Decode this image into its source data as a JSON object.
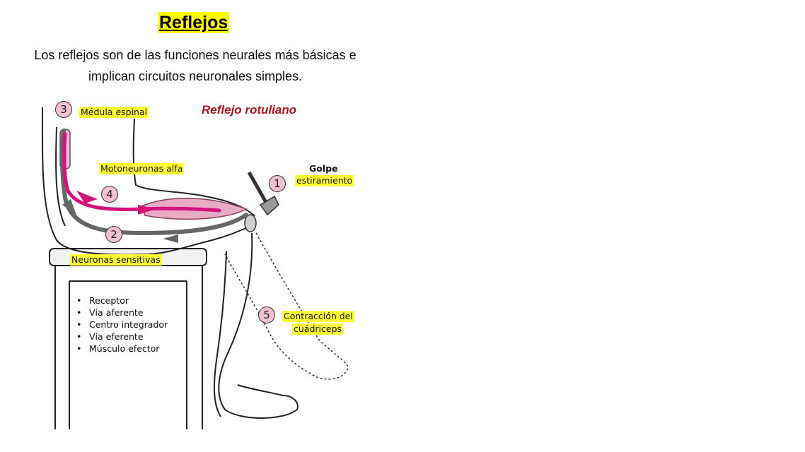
{
  "title": "Reflejos",
  "intro": "Los reflejos son de las funciones neurales más básicas e implican circuitos neuronales simples.",
  "diagram": {
    "subtitle": "Reflejo rotuliano",
    "labels": {
      "medula": "Médula espinal",
      "motoneuronas": "Motoneuronas alfa",
      "golpe": "Golpe",
      "estiramiento": "estiramiento",
      "neuronas": "Neuronas sensitivas",
      "contraccion_1": "Contracción del",
      "contraccion_2": "cuádriceps"
    },
    "steps": [
      "1",
      "2",
      "3",
      "4",
      "5"
    ],
    "components": [
      "Receptor",
      "Vía aferente",
      "Centro integrador",
      "Vía eferente",
      "Músculo efector"
    ],
    "colors": {
      "sensory": "#666666",
      "motor": "#d4127c",
      "muscle": "#e9aac4",
      "highlight": "#ffff33",
      "subtitle": "#b01020"
    }
  }
}
